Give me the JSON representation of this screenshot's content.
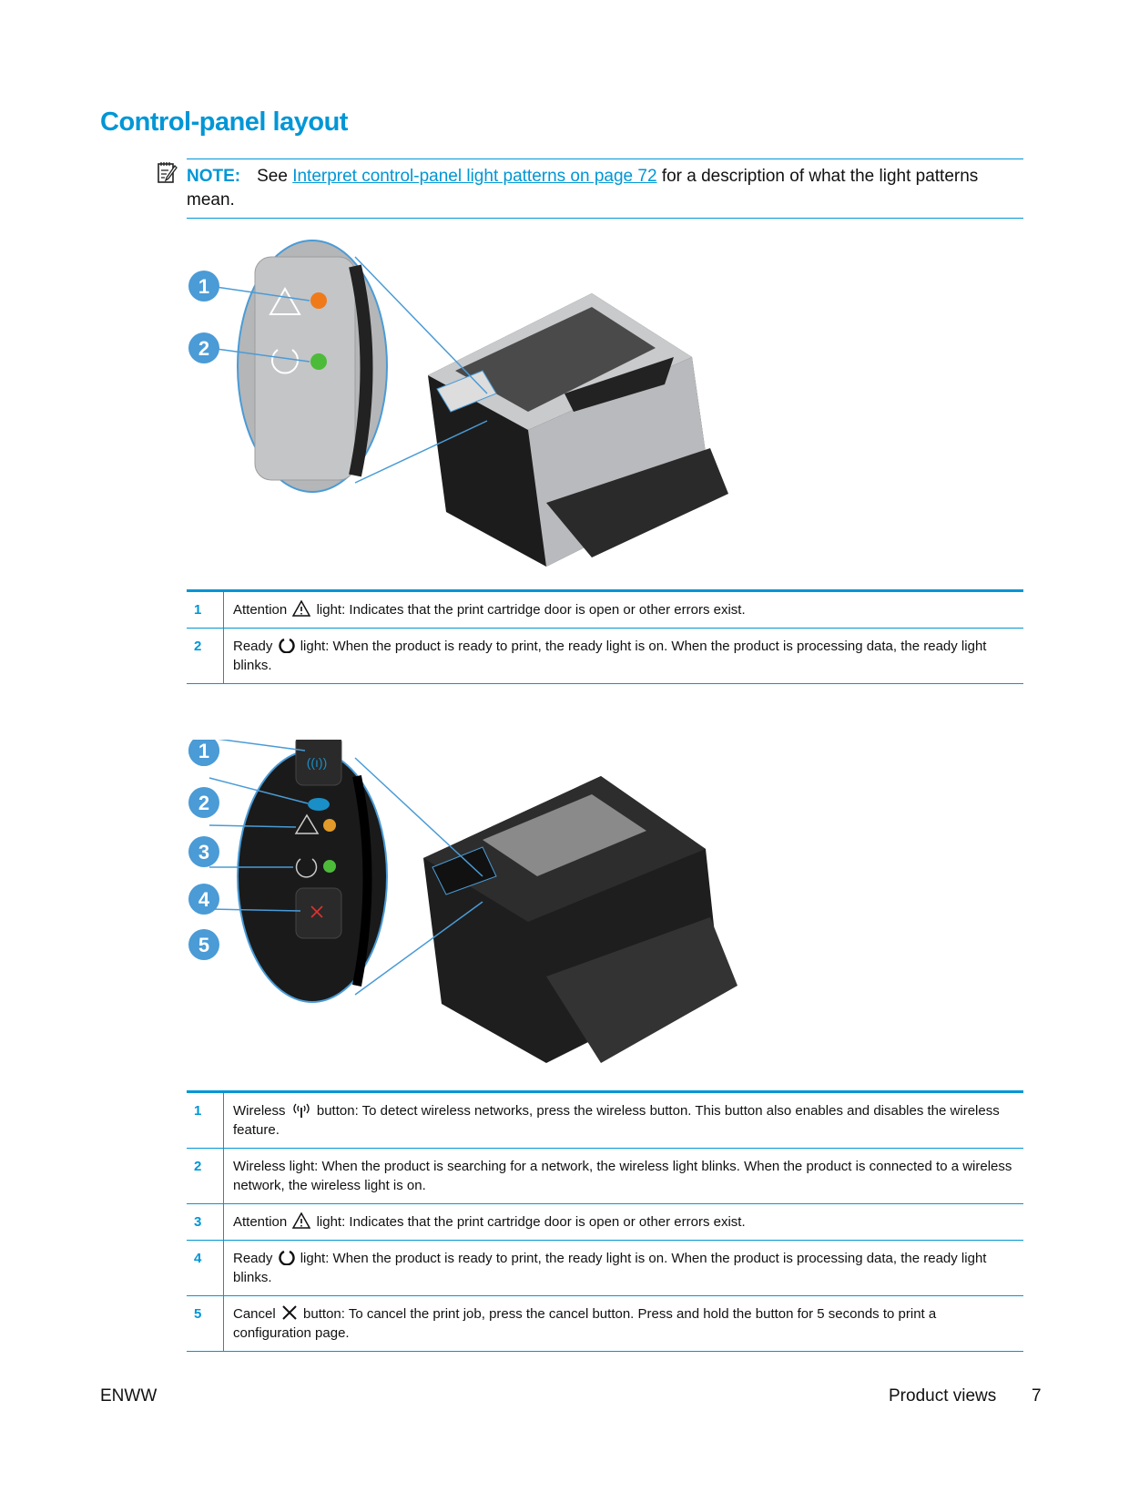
{
  "heading": "Control-panel layout",
  "note": {
    "label": "NOTE:",
    "prefix": "See",
    "link": "Interpret control-panel light patterns on page 72",
    "suffix": "for a description of what the light patterns mean."
  },
  "figure1": {
    "callouts": [
      "1",
      "2"
    ]
  },
  "table1": [
    {
      "num": "1",
      "name": "Attention",
      "icon": "warning-icon",
      "text": "light: Indicates that the print cartridge door is open or other errors exist."
    },
    {
      "num": "2",
      "name": "Ready",
      "icon": "ready-icon",
      "text": "light: When the product is ready to print, the ready light is on. When the product is processing data, the ready light blinks."
    }
  ],
  "figure2": {
    "callouts": [
      "1",
      "2",
      "3",
      "4",
      "5"
    ]
  },
  "table2": [
    {
      "num": "1",
      "name": "Wireless",
      "icon": "wireless-icon",
      "text": "button: To detect wireless networks, press the wireless button. This button also enables and disables the wireless feature."
    },
    {
      "num": "2",
      "name": "",
      "icon": "",
      "text": "Wireless light: When the product is searching for a network, the wireless light blinks. When the product is connected to a wireless network, the wireless light is on."
    },
    {
      "num": "3",
      "name": "Attention",
      "icon": "warning-icon",
      "text": "light: Indicates that the print cartridge door is open or other errors exist."
    },
    {
      "num": "4",
      "name": "Ready",
      "icon": "ready-icon",
      "text": "light: When the product is ready to print, the ready light is on. When the product is processing data, the ready light blinks."
    },
    {
      "num": "5",
      "name": "Cancel",
      "icon": "cancel-icon",
      "text": "button: To cancel the print job, press the cancel button. Press and hold the button for 5 seconds to print a configuration page."
    }
  ],
  "footer": {
    "left": "ENWW",
    "section": "Product views",
    "page": "7"
  },
  "colors": {
    "accent": "#0096d6",
    "callout": "#4a9bd6",
    "attention": "#f07a1a",
    "ready": "#4cbb3a",
    "wireless": "#1a8fc7"
  }
}
